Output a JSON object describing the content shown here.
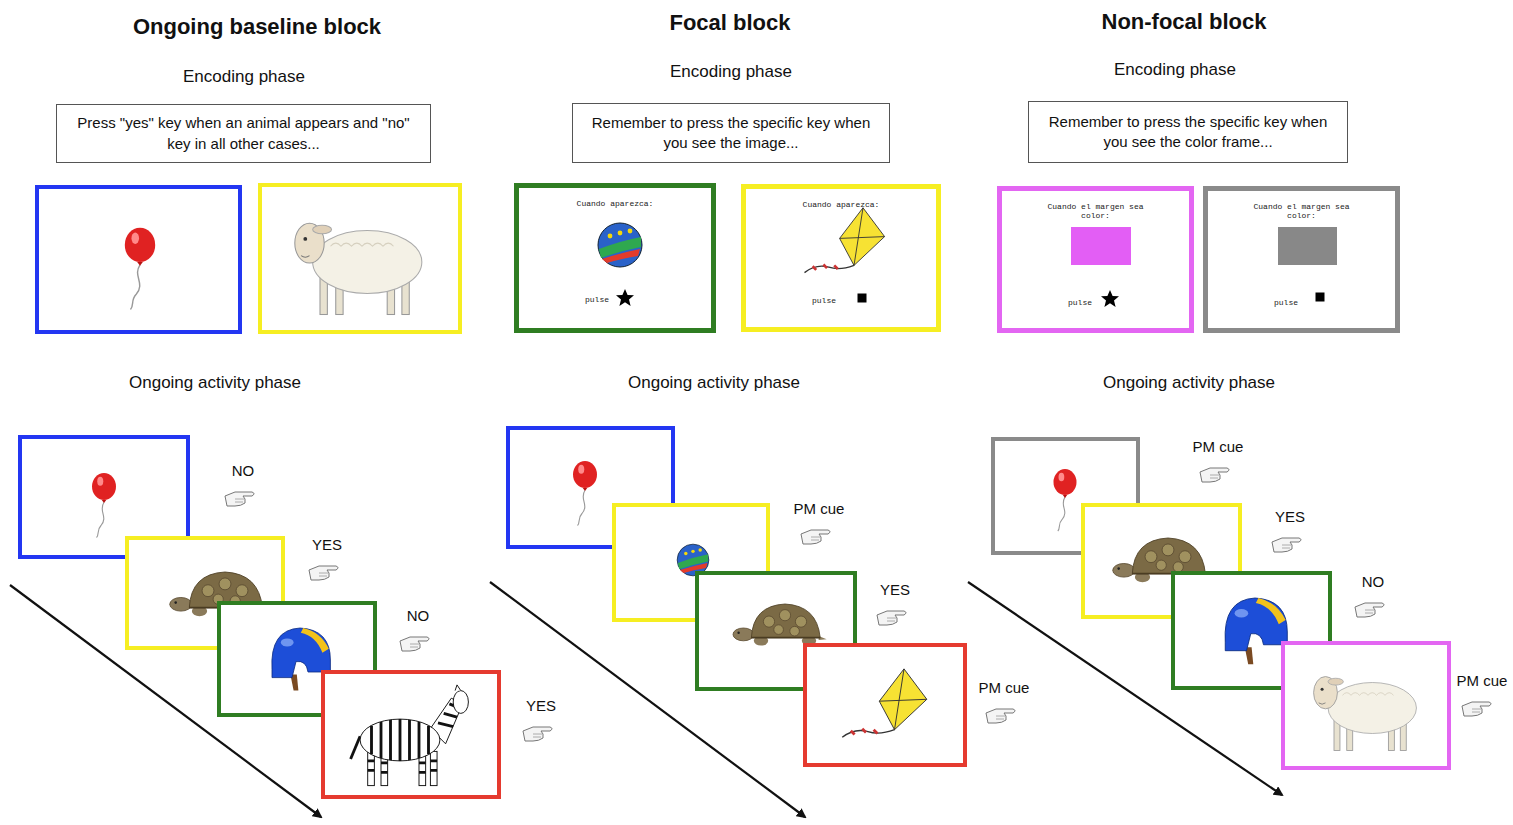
{
  "diagram": {
    "nodes": [
      {
        "text": [
          "Press \"yes\" key when an animal appears and \"no\" key in all other cases..."
        ]
      },
      {
        "text": [
          "Remember to press the specific key when you see the image..."
        ]
      },
      {
        "text": [
          "Cuando aparezca:",
          "pulse"
        ]
      },
      {
        "text": [
          "Cuando aparezca:",
          "pulse"
        ]
      },
      {
        "text": [
          "Remember to press the specific key when you see the color frame..."
        ]
      },
      {
        "text": [
          "Cuando el margen sea color:",
          "pulse"
        ]
      },
      {
        "text": [
          "Cuando el margen sea color:",
          "pulse"
        ]
      }
    ],
    "labels": [
      "Ongoing baseline block",
      "Focal block",
      "Non-focal block",
      "Encoding phase",
      "Encoding phase",
      "Encoding phase",
      "Ongoing activity phase",
      "Ongoing activity phase",
      "Ongoing activity phase",
      "NO",
      "YES",
      "NO",
      "YES",
      "PM cue",
      "YES",
      "PM cue",
      "PM cue",
      "YES",
      "NO",
      "PM cue"
    ]
  }
}
